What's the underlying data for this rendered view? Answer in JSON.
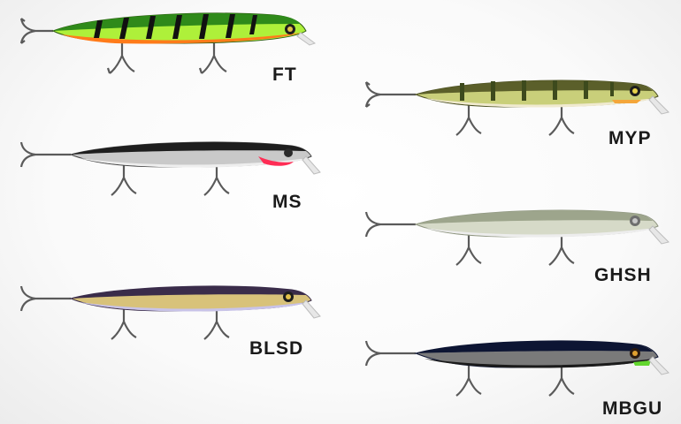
{
  "lures": [
    {
      "code": "FT",
      "pattern": "firetiger",
      "colors": {
        "back": "#2f8a1a",
        "side": "#aef03a",
        "belly": "#ff7b1a",
        "bar": "#111111"
      }
    },
    {
      "code": "MYP",
      "pattern": "perch",
      "colors": {
        "back": "#5b5f2a",
        "side": "#c9cf7a",
        "belly": "#f0ead0",
        "bar": "#3d4a1d"
      }
    },
    {
      "code": "MS",
      "pattern": "silver",
      "colors": {
        "back": "#1e1e1e",
        "side": "#c9c9c9",
        "belly": "#eeeeee",
        "throat": "#ff2d55"
      }
    },
    {
      "code": "GHSH",
      "pattern": "ghost",
      "colors": {
        "back": "#9da58c",
        "side": "#d6dac8",
        "belly": "#ededed"
      }
    },
    {
      "code": "BLSD",
      "pattern": "shad",
      "colors": {
        "back": "#3a2c4a",
        "side": "#d8c27a",
        "belly": "#c8c3e8"
      }
    },
    {
      "code": "MBGU",
      "pattern": "black-gold",
      "colors": {
        "back": "#0d1533",
        "side": "#7a7a7a",
        "belly": "#1b1b1b",
        "throat": "#62d62e"
      }
    }
  ]
}
